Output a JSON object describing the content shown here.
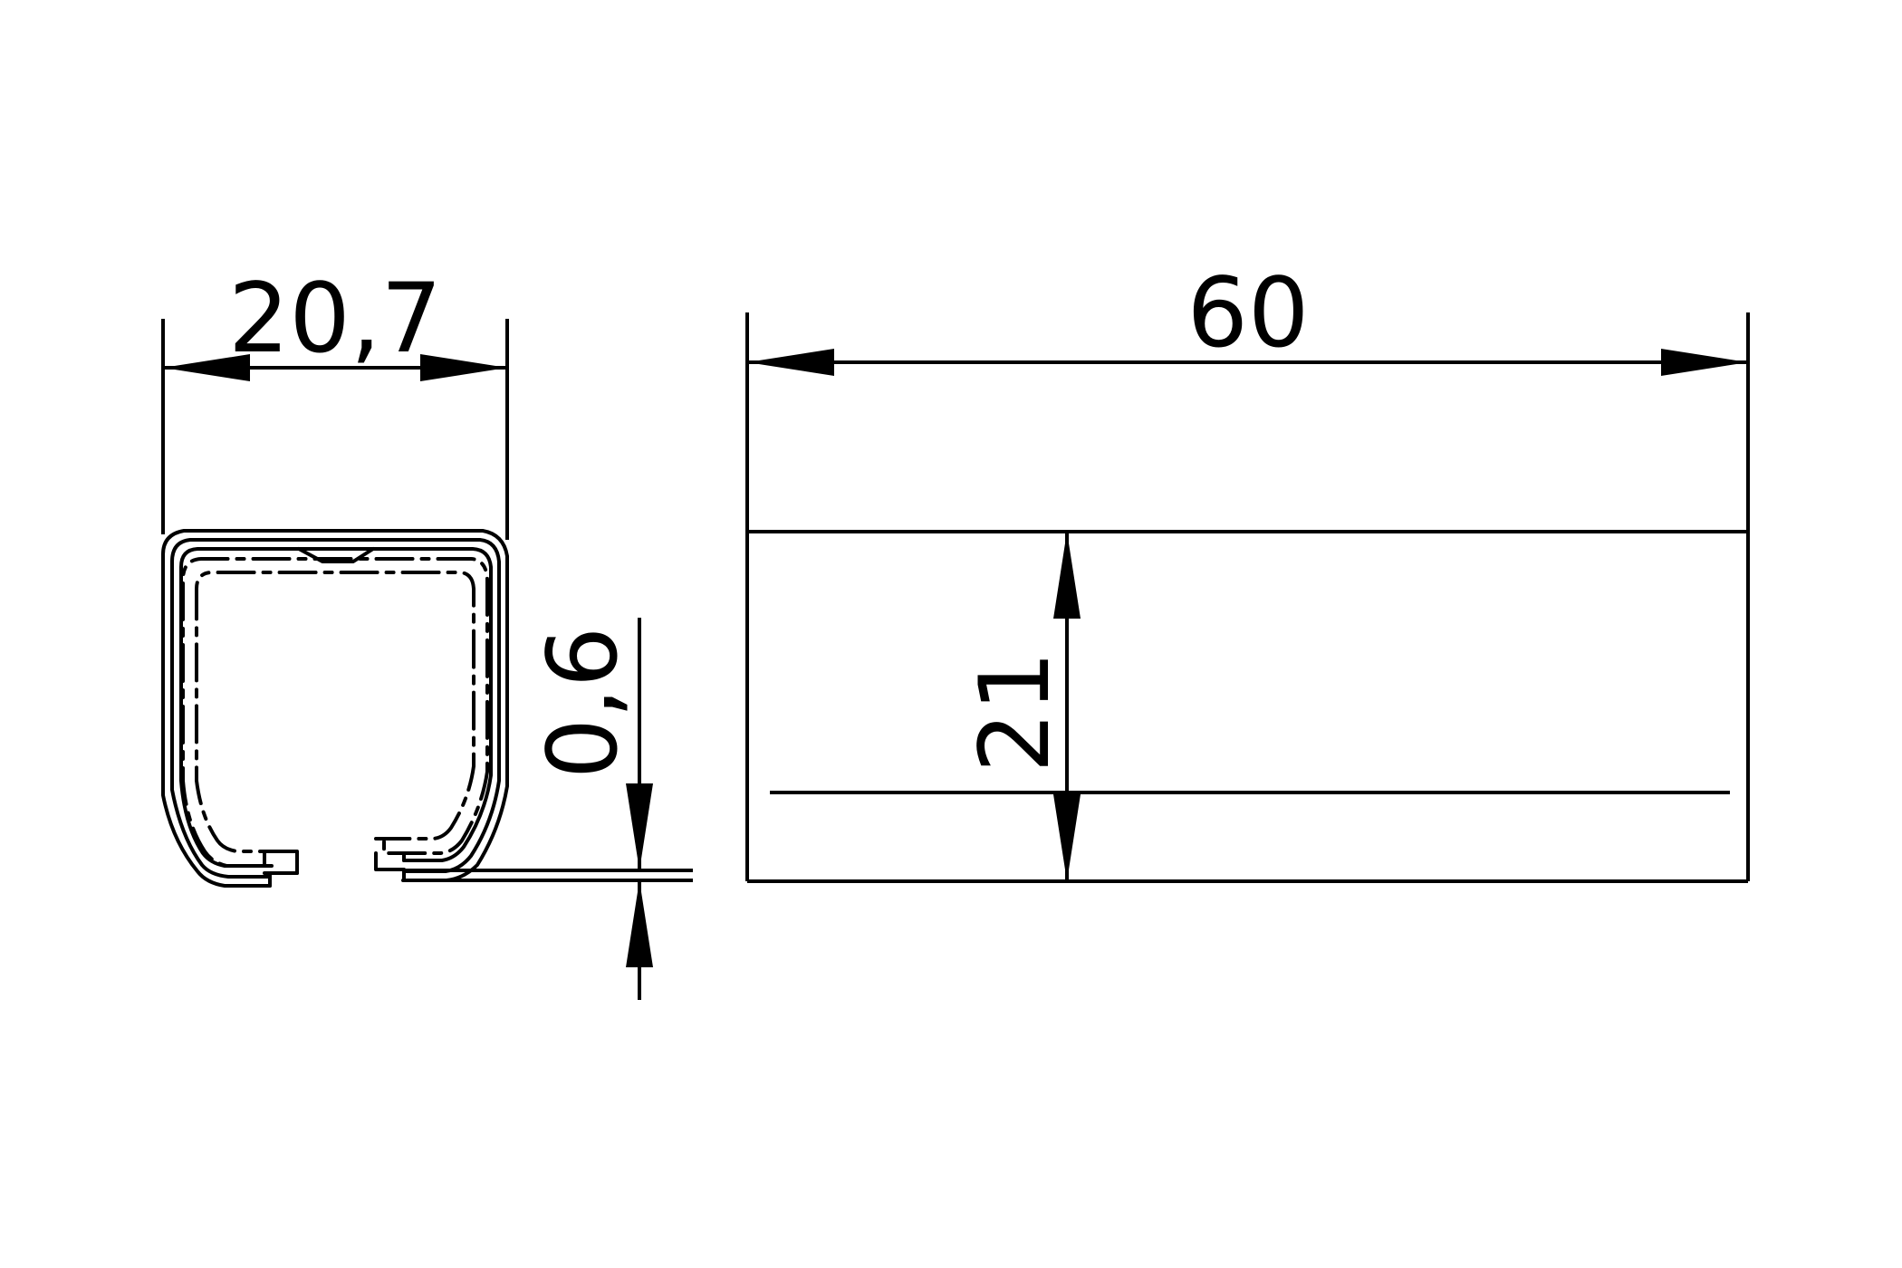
{
  "drawing": {
    "background": "#ffffff",
    "line_color": "#000000",
    "dimensions": {
      "width": "20,7",
      "length": "60",
      "height": "21",
      "thickness": "0,6"
    }
  }
}
